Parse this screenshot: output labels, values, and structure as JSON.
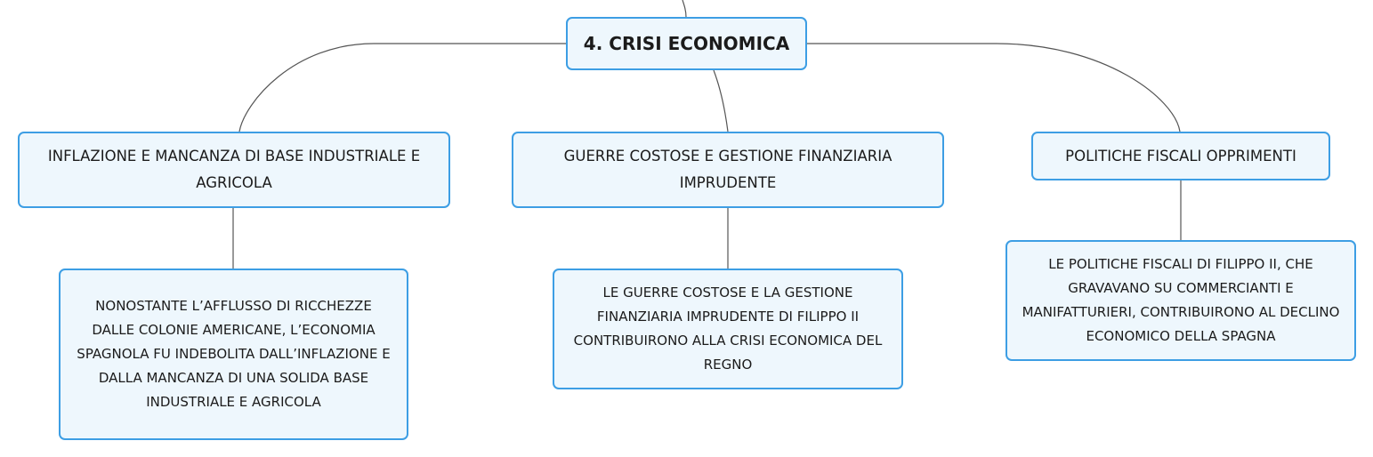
{
  "colors": {
    "node_border": "#3d9ee4",
    "node_fill": "#eef7fd",
    "connector": "#555555",
    "text": "#1b1b1b"
  },
  "root": {
    "label": "4. CRISI ECONOMICA"
  },
  "topics": [
    {
      "label": "INFLAZIONE E MANCANZA DI BASE INDUSTRIALE E AGRICOLA",
      "detail": "NONOSTANTE L’AFFLUSSO DI RICCHEZZE DALLE COLONIE AMERICANE, L’ECONOMIA SPAGNOLA FU INDEBOLITA DALL’INFLAZIONE E DALLA MANCANZA DI UNA SOLIDA BASE INDUSTRIALE E AGRICOLA"
    },
    {
      "label": "GUERRE COSTOSE E GESTIONE FINANZIARIA IMPRUDENTE",
      "detail": "LE GUERRE COSTOSE E LA GESTIONE FINANZIARIA IMPRUDENTE DI FILIPPO II CONTRIBUIRONO ALLA CRISI ECONOMICA DEL REGNO"
    },
    {
      "label": "POLITICHE FISCALI OPPRIMENTI",
      "detail": "LE POLITICHE FISCALI DI FILIPPO II, CHE GRAVAVANO SU COMMERCIANTI E MANIFATTURIERI, CONTRIBUIRONO AL DECLINO ECONOMICO DELLA SPAGNA"
    }
  ]
}
